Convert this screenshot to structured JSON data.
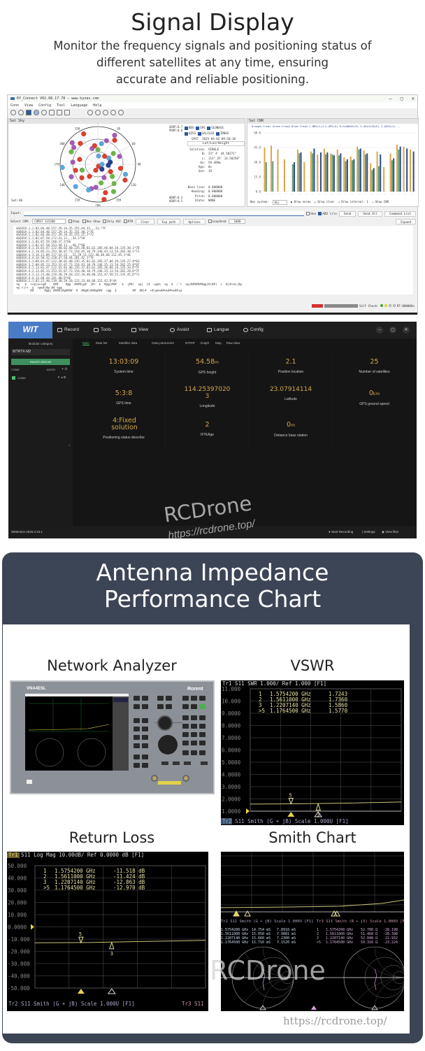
{
  "header": {
    "title": "Signal Display",
    "subtitle_lines": [
      "Monitor the frequency signals and positioning status of",
      "different satellites at any time, ensuring",
      "accurate and reliable positioning."
    ]
  },
  "app1": {
    "window_title": "RY_Connect V02.08.17.78 — www.bynav.com",
    "window_controls": [
      "–",
      "▢",
      "✕"
    ],
    "menu": [
      "Conn",
      "View",
      "Config",
      "Tool",
      "Language",
      "Help"
    ],
    "sky": {
      "panel_title": "Sat Sky",
      "dops_top": [
        "GDOP:0.7",
        "PDOP:0.6"
      ],
      "dops_bottom": [
        "HDOP:0.3",
        "VDOP:0.5"
      ],
      "systems": [
        "BDS",
        "GPS",
        "GLONASS",
        "QZSS",
        "GALILEO",
        "IRNSS"
      ],
      "gpst_label": "GPST",
      "gpst": "2025-04-02 09:50:10",
      "coord_mode": "Lat/Lon/Height",
      "readings": [
        [
          "Solution:",
          "SINGLE"
        ],
        [
          "B:",
          "23° 4' 44.50271\""
        ],
        [
          "L:",
          "113° 25' 14.50250\""
        ],
        [
          "Hz:",
          "59.499m"
        ],
        [
          "Age:",
          "0s"
        ],
        [
          "Sat:",
          "19"
        ]
      ],
      "readings2": [
        [
          "Base line:",
          "0.000000"
        ],
        [
          "Heading:",
          "0.000000"
        ],
        [
          "Pitch:",
          "0.000000"
        ],
        [
          "State:",
          "NONE"
        ]
      ],
      "azimuth_labels": [
        "0",
        "30",
        "60",
        "90",
        "120",
        "150",
        "180",
        "210",
        "240",
        "270",
        "300",
        "330"
      ],
      "sat_count": "Sat:46",
      "system_colors": {
        "G": "#d9402e",
        "C": "#a35cb5",
        "R": "#6bb44a",
        "E": "#5aa7d9",
        "J": "#25408f"
      },
      "satellites": [
        {
          "az": 5,
          "el": 70,
          "sys": "E"
        },
        {
          "az": 20,
          "el": 30,
          "sys": "C"
        },
        {
          "az": 30,
          "el": 10,
          "sys": "C"
        },
        {
          "az": 35,
          "el": 20,
          "sys": "G"
        },
        {
          "az": 55,
          "el": 45,
          "sys": "R"
        },
        {
          "az": 60,
          "el": 60,
          "sys": "E"
        },
        {
          "az": 70,
          "el": 35,
          "sys": "C"
        },
        {
          "az": 80,
          "el": 60,
          "sys": "J"
        },
        {
          "az": 95,
          "el": 65,
          "sys": "J"
        },
        {
          "az": 100,
          "el": 35,
          "sys": "G"
        },
        {
          "az": 110,
          "el": 20,
          "sys": "E"
        },
        {
          "az": 120,
          "el": 55,
          "sys": "G"
        },
        {
          "az": 130,
          "el": 45,
          "sys": "R"
        },
        {
          "az": 120,
          "el": 15,
          "sys": "G"
        },
        {
          "az": 140,
          "el": 30,
          "sys": "R"
        },
        {
          "az": 150,
          "el": 15,
          "sys": "R"
        },
        {
          "az": 155,
          "el": 55,
          "sys": "C"
        },
        {
          "az": 165,
          "el": 20,
          "sys": "G"
        },
        {
          "az": 170,
          "el": 5,
          "sys": "G"
        },
        {
          "az": 185,
          "el": 35,
          "sys": "C"
        },
        {
          "az": 195,
          "el": 30,
          "sys": "C"
        },
        {
          "az": 200,
          "el": 25,
          "sys": "E"
        },
        {
          "az": 170,
          "el": 45,
          "sys": "R"
        },
        {
          "az": 215,
          "el": 55,
          "sys": "G"
        },
        {
          "az": 225,
          "el": 15,
          "sys": "E"
        },
        {
          "az": 230,
          "el": 40,
          "sys": "G"
        },
        {
          "az": 245,
          "el": 20,
          "sys": "C"
        },
        {
          "az": 250,
          "el": 50,
          "sys": "R"
        },
        {
          "az": 255,
          "el": 35,
          "sys": "G"
        },
        {
          "az": 265,
          "el": 5,
          "sys": "E"
        },
        {
          "az": 275,
          "el": 30,
          "sys": "C"
        },
        {
          "az": 285,
          "el": 45,
          "sys": "G"
        },
        {
          "az": 295,
          "el": 20,
          "sys": "R"
        },
        {
          "az": 305,
          "el": 20,
          "sys": "C"
        },
        {
          "az": 310,
          "el": 10,
          "sys": "C"
        },
        {
          "az": 320,
          "el": 25,
          "sys": "G"
        },
        {
          "az": 335,
          "el": 10,
          "sys": "G"
        },
        {
          "az": 340,
          "el": 50,
          "sys": "C"
        },
        {
          "az": 350,
          "el": 45,
          "sys": "G"
        },
        {
          "az": 0,
          "el": 55,
          "sys": "R"
        },
        {
          "az": 160,
          "el": 85,
          "sys": "G"
        },
        {
          "az": 140,
          "el": 75,
          "sys": "J"
        },
        {
          "az": 200,
          "el": 75,
          "sys": "G"
        },
        {
          "az": 90,
          "el": 80,
          "sys": "E"
        },
        {
          "az": 10,
          "el": 40,
          "sys": "E"
        },
        {
          "az": 40,
          "el": 65,
          "sys": "G"
        }
      ]
    },
    "cnr": {
      "panel_title": "Sat CNR",
      "legend": "Orange:freq1  Green:freq2  Blue:freq3  C-BDS(C)4  G-GPS(G)  R-GLONASS(R)  E-GALILEO(E)  J-QZSS(J)...",
      "ylim": [
        0,
        60
      ],
      "yticks": [
        "60.0",
        "45.0",
        "30.0",
        "15.0",
        "0.0"
      ],
      "colors": {
        "freq1": "#d9a54a",
        "freq2": "#5f9a6f",
        "freq3": "#2b4a8a"
      },
      "bars": [
        [
          45,
          30,
          null
        ],
        [
          47,
          31,
          null
        ],
        [
          43,
          null,
          null
        ],
        [
          33,
          null,
          null
        ],
        [
          null,
          28,
          30
        ],
        [
          43,
          39,
          40
        ],
        [
          30,
          null,
          null
        ],
        [
          41,
          39,
          44
        ],
        [
          38,
          null,
          40
        ],
        [
          44,
          38,
          40
        ],
        [
          39,
          38,
          37
        ],
        [
          43,
          37,
          39
        ],
        [
          35,
          31,
          33
        ],
        [
          36,
          32,
          33
        ],
        [
          46,
          43,
          44
        ],
        [
          42,
          38,
          39
        ],
        [
          29,
          22,
          24
        ],
        [
          41,
          26,
          38
        ],
        [
          25,
          null,
          null
        ],
        [
          39,
          32,
          34
        ],
        [
          48,
          43,
          46
        ],
        [
          46,
          null,
          44
        ],
        [
          43,
          null,
          41
        ]
      ],
      "controls": {
        "nav_label": "Nav system:",
        "nav_value": "ALL",
        "opt1": "Draw norms",
        "opt2": "Draw clear",
        "opt3": "Draw interval: 1",
        "opt4": "Show CNR"
      }
    },
    "input": {
      "label": "Input:",
      "hex": "Hex",
      "add": "ADD \\r\\n",
      "send": "Send",
      "send_all": "Send All",
      "command_list": "Command List"
    },
    "com": {
      "label": "Select COM:",
      "value": "COM37 115200",
      "stop": "Stop",
      "hex_show": "Hex Show",
      "only_asc": "Only ASC",
      "rtk": "RTK",
      "clear": "Clear",
      "exp_path": "Exp path",
      "options": "Options",
      "loop": "LoopSend",
      "interval": "1000",
      "expand": "Expand"
    },
    "log_lines": [
      "$GAGSV,1,1,03,04,40,157,29,34,35,251,44,33,,,31,*7F",
      "$GBGSV,1,1,02,04,40,157,29,34,35,251,40,1*7E",
      "$GAGSV,1,1,02,04,40,157,29,34,35,251,25,1*72",
      "$GQGSV,1,1,02,07,58,172,41,11,,,34,1*50",
      "$GQGSV,1,1,01,07,59,160,37,5*66",
      "$GQGSV,1,1,02,07,58,153,44,11,,,46,7*6B",
      "$GBGSV,4,1,14,01,47,122,40,02,40,235,40,03,62,185,46,04,34,135,30,1*7D",
      "$GBGSV,4,2,14,05,23,253,38,07,73,154,45,10,79,246,43,13,54,282,30,1*71",
      "$GBGSV,4,3,14,21,09,217,42,22,,,33,29,11,122,40,40,68,112,45,1*4E",
      "$GBGSV,4,4,14,50,32,228,47,50,44,281,42,1*7E",
      "$GBGSV,3,1,09,01,47,122,38,02,40,235,35,03,62,185,37,04,34,135,27,8*03",
      "$GBGSV,3,2,09,05,23,253,32,07,73,154,43,10,79,246,35,13,54,282,25,8*07",
      "$GBGSV,4,1,13,01,47,122,41,02,40,235,37,03,62,185,36,04,34,135,34,D*7F",
      "$GBGSV,4,2,13,05,23,253,35,07,73,154,40,10,79,246,35,13,54,282,20,D*7F",
      "$GBGSV,4,3,13,21,40,219,38,29,10,122,34,40,68,152,47,59,51,135,45,D*71",
      "$GBGSV,4,4,13,60,44,241,40,D*46",
      "$GBGSV,1,1,02,21,40,219,38,29,10,122,33,40,68,152,42,D*4A",
      "+@   $  ++@|a++@#    ###    #@@  ####|@#  |#+  $  #@@|###   $  |##/  +@|  ]#  +@$%  +@  $  ;'+  +@|#######@@|#(##]  +  #|#+%%;#@",
      "+@ +|++  $  +@%#|#@'## +@@",
      "        ##      #@@|`####|#@####  #  ##@#|###@###  +@@  $         ##  ##|#  +#|@%%##%%##%%##+@"
    ],
    "status": {
      "self_check": "Self Check:",
      "rt": "RT:000000s"
    }
  },
  "app2": {
    "logo": "WIT",
    "menu": [
      "Record",
      "Tools",
      "View",
      "Assist",
      "Langue",
      "Config"
    ],
    "window_controls": [
      "–",
      "▢",
      "✕"
    ],
    "sidebar": {
      "title": "Modular category",
      "model": "WTRTK-M2",
      "search": "Search devices",
      "port": "COM5",
      "baud": "115200",
      "device": "COM5"
    },
    "tabs": [
      "Main",
      "Data list",
      "Satellite data",
      "Data parameter",
      "NTRIP",
      "Graph",
      "Map",
      "Raw data"
    ],
    "cells": [
      {
        "value": "13:03:09",
        "unit": "",
        "label": "System time"
      },
      {
        "value": "54.58",
        "unit": "m",
        "label": "GPS height"
      },
      {
        "value": "2.1",
        "unit": "",
        "label": "Position location"
      },
      {
        "value": "25",
        "unit": "",
        "label": "Number of satellites"
      },
      {
        "value": "5:3:8",
        "unit": "",
        "label": "GPS time"
      },
      {
        "value": "114.25397020 3",
        "unit": "",
        "label": "Longitude"
      },
      {
        "value": "23.07914114",
        "unit": "",
        "label": "Latitude"
      },
      {
        "value": "0",
        "unit": "km",
        "label": "GPS ground speed"
      },
      {
        "value": "4:Fixed solution",
        "unit": "",
        "label": "Positioning status describe"
      },
      {
        "value": "2",
        "unit": "",
        "label": "RTKAge"
      },
      {
        "value": "0",
        "unit": "m",
        "label": "Distance base station"
      }
    ],
    "footer": {
      "version": "WitMotion 2025.3.10.1",
      "record": "Start Recording",
      "settings": "Settings",
      "files": "View files"
    },
    "watermark": {
      "brand": "RCDrone",
      "url": "https://rcdrone.top/"
    }
  },
  "antenna": {
    "title_lines": [
      "Antenna Impedance",
      "Performance Chart"
    ],
    "labels": {
      "analyzer": "Network Analyzer",
      "vswr": "VSWR",
      "return_loss": "Return Loss",
      "smith": "Smith Chart"
    },
    "analyzer_logo": {
      "model": "VNA4ESL",
      "brand": "Rorent"
    },
    "vswr": {
      "header": "Tr1 S11 SWR 1.000/ Ref  1.000  [F1]",
      "yticks": [
        "11.000",
        "10.000",
        "9.0000",
        "8.0000",
        "7.0000",
        "6.0000",
        "5.0000",
        "4.0000",
        "3.0000",
        "2.0000",
        "1.0000"
      ],
      "ylim": [
        1,
        11
      ],
      "markers": [
        [
          "1",
          "1.5754200 GHz",
          "1.7243"
        ],
        [
          "2",
          "1.5611000 GHz",
          "1.7360"
        ],
        [
          "3",
          "1.2207140 GHz",
          "1.5860"
        ],
        [
          ">5",
          "1.1764500 GHz",
          "1.5770"
        ]
      ],
      "footer": "Tr2 S11 Smith (G + jB) Scale 1.000U [F1]"
    },
    "return_loss": {
      "header": "Tr1 S11 Log Mag 10.00dB/ Ref  0.0000 dB [F1]",
      "yticks": [
        "50.000",
        "40.000",
        "30.000",
        "20.000",
        "10.000",
        "0.0000",
        "-10.000",
        "-20.000",
        "-30.000",
        "-40.000",
        "-50.000"
      ],
      "ylim": [
        -50,
        50
      ],
      "markers": [
        [
          "1",
          "1.5754200 GHz",
          "-11.518 dB"
        ],
        [
          "2",
          "1.5611000 GHz",
          "-11.424 dB"
        ],
        [
          "3",
          "1.2207140 GHz",
          "-12.863 dB"
        ],
        [
          ">5",
          "1.1764500 GHz",
          "-12.970 dB"
        ]
      ],
      "footer_left": "Tr2 S11 Smith (G + jB) Scale 1.000U [F1]",
      "footer_right": "Tr3 S11"
    },
    "smith": {
      "tr2": "Tr2 S11 Smith (G + jB) Scale 1.000U [F1]",
      "tr3": "Tr3 S11 Smith (R + jX) Scale 1.000U [F1]",
      "tr2_markers": [
        [
          "1",
          "1.5754200 GHz",
          "14.754 mS",
          "7.8910 mS"
        ],
        [
          "2",
          "1.5611000 GHz",
          "15.050 mS",
          "7.9081 mS"
        ],
        [
          "3",
          "1.2207140 GHz",
          "15.660 mS",
          "7.2300 mS"
        ],
        [
          ">5",
          "1.1764500 GHz",
          "15.716 mS",
          "7.1520 mS"
        ]
      ],
      "tr3_markers": [
        [
          "1",
          "1.5754200 GHz",
          "52.700 Ω",
          "-28.198"
        ],
        [
          "2",
          "1.5611000 GHz",
          "51.468 Ω",
          "-28.398"
        ],
        [
          "3",
          "1.2207140 GHz",
          "52.848 Ω",
          "-22.932"
        ],
        [
          ">5",
          "1.1764500 GHz",
          "59.316 Ω",
          "-23.224"
        ]
      ]
    },
    "watermark": {
      "brand": "RCDrone",
      "url": "https://rcdrone.top/"
    }
  }
}
